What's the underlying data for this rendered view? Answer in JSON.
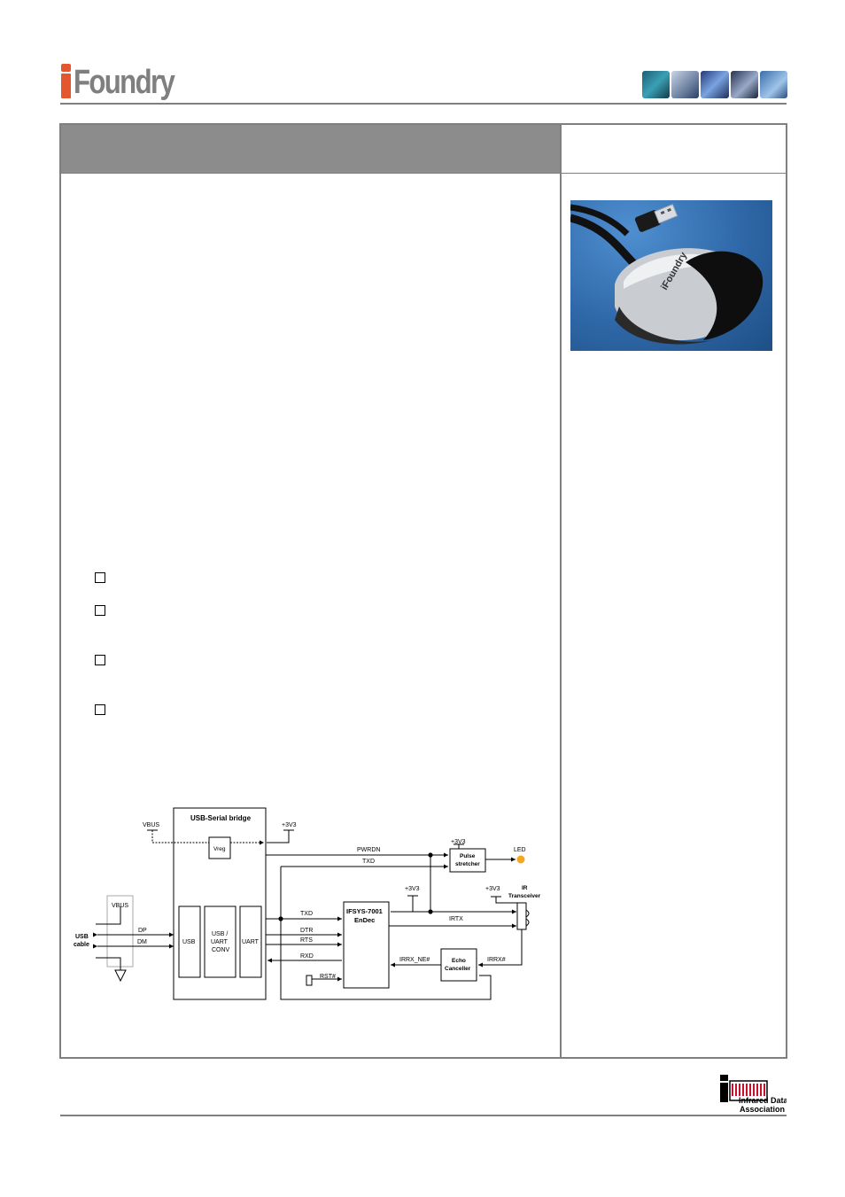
{
  "header": {
    "logo_text": "Foundry",
    "tile_icons": [
      "circuit-board-icon",
      "documents-icon",
      "pens-icon",
      "server-icon",
      "building-icon"
    ]
  },
  "product_photo": {
    "logo_text": "iFoundry"
  },
  "checklist": {
    "count": 4
  },
  "diagram": {
    "usb_serial_bridge": "USB-Serial bridge",
    "vbus_top": "VBUS",
    "plus3v3_top": "+3V3",
    "vreg": "Vreg",
    "pwrdn": "PWRDN",
    "txd_upper": "TXD",
    "plus3v3_pulse": "+3V3",
    "pulse_stretcher": [
      "Pulse",
      "stretcher"
    ],
    "led": "LED",
    "plus3v3_endec": "+3V3",
    "plus3v3_ir": "+3V3",
    "ir_transceiver": [
      "IR",
      "Transceiver"
    ],
    "vbus_conn": "VBUS",
    "usb_cable": [
      "USB",
      "cable"
    ],
    "dp": "DP",
    "dm": "DM",
    "usb_block": "USB",
    "usb_uart_conv": [
      "USB /",
      "UART",
      "CONV"
    ],
    "uart_block": "UART",
    "txd": "TXD",
    "dtr": "DTR",
    "rts": "RTS",
    "rxd": "RXD",
    "rst": "RST#",
    "endec": [
      "IFSYS-7001",
      "EnDec"
    ],
    "irtx": "IRTX",
    "irrx_ne": "IRRX_NE#",
    "echo_canceller": [
      "Echo",
      "Canceller"
    ],
    "irrx": "IRRX#"
  },
  "footer": {
    "irda_line1": "Infrared Data",
    "irda_line2": "Association"
  },
  "colors": {
    "logo_accent": "#e4572e",
    "logo_gray": "#7f7f7f",
    "title_band": "#8c8c8c",
    "led": "#f5a623",
    "irda_red": "#c8102e"
  }
}
